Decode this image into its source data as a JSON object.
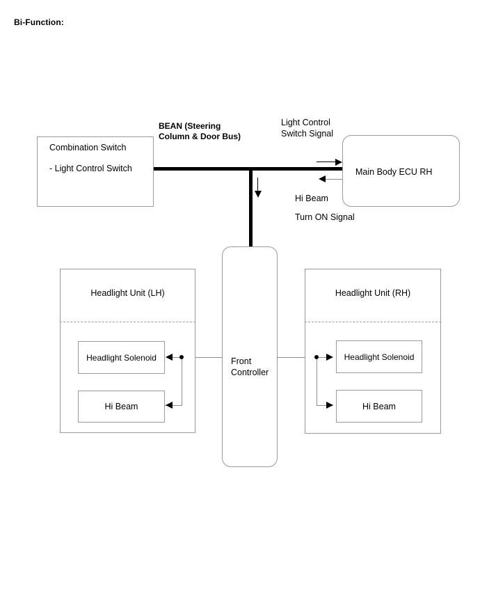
{
  "page": {
    "title": "Bi-Function:"
  },
  "diagram": {
    "combination_switch": {
      "line1": "Combination Switch",
      "line2": "- Light Control Switch"
    },
    "bus": {
      "label_line1": "BEAN (Steering",
      "label_line2": "Column & Door Bus)"
    },
    "main_body_ecu": {
      "label": "Main Body ECU RH"
    },
    "signals": {
      "to_ecu_line1": "Light Control",
      "to_ecu_line2": "Switch Signal",
      "from_ecu_line1": "Hi Beam",
      "from_ecu_line2": "Turn ON Signal"
    },
    "front_controller": {
      "line1": "Front",
      "line2": "Controller"
    },
    "headlight_unit_lh": {
      "title": "Headlight Unit (LH)",
      "solenoid": "Headlight Solenoid",
      "hibeam": "Hi Beam"
    },
    "headlight_unit_rh": {
      "title": "Headlight Unit (RH)",
      "solenoid": "Headlight Solenoid",
      "hibeam": "Hi Beam"
    }
  },
  "colors": {
    "bus": "#000000",
    "box_border": "#9a9a9a",
    "wire": "#8d8d8d",
    "background": "#ffffff"
  }
}
